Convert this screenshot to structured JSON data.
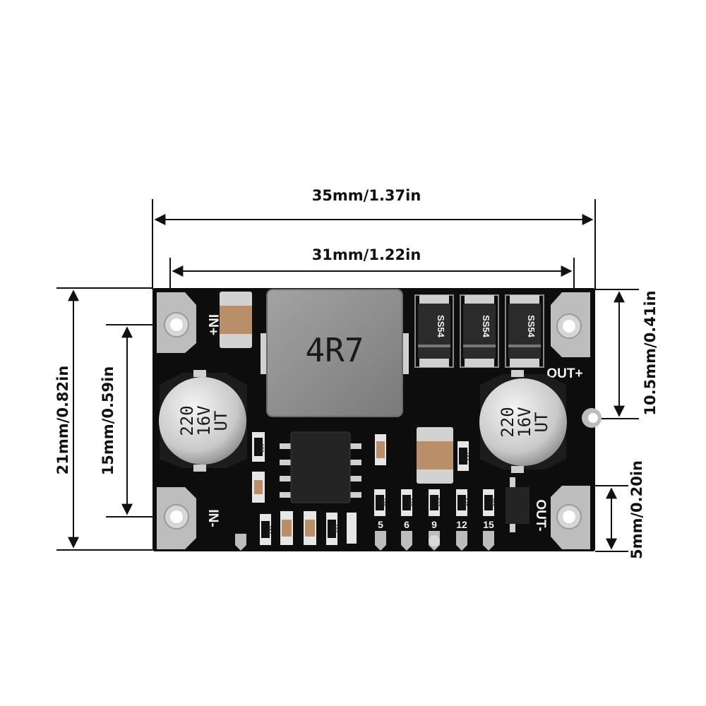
{
  "dimensions": {
    "overall_width": "35mm/1.37in",
    "hole_spacing_width": "31mm/1.22in",
    "overall_height": "21mm/0.82in",
    "hole_spacing_height": "15mm/0.59in",
    "right_upper": "10.5mm/0.41in",
    "right_lower": "5mm/0.20in"
  },
  "board": {
    "pin_in_plus": "IN+",
    "pin_in_minus": "IN-",
    "pin_out_plus": "OUT+",
    "pin_out_minus": "OUT-",
    "inductor": "4R7",
    "diode_1": "SS54",
    "diode_2": "SS54",
    "diode_3": "SS54",
    "cap_left": {
      "line1": "220",
      "line2": "16V",
      "line3": "UT"
    },
    "cap_right": {
      "line1": "220",
      "line2": "16V",
      "line3": "UT"
    },
    "voltage_pads": [
      "5",
      "6",
      "9",
      "12",
      "15"
    ],
    "resistor_codes": [
      "103",
      "153",
      "104",
      "10D",
      "100",
      "623",
      "64E",
      "3E9",
      "154"
    ]
  },
  "colors": {
    "pcb": "#0d0d0d",
    "silver": "#c8c8c8",
    "inductor": "#8e8e8e",
    "dimension": "#111111"
  }
}
